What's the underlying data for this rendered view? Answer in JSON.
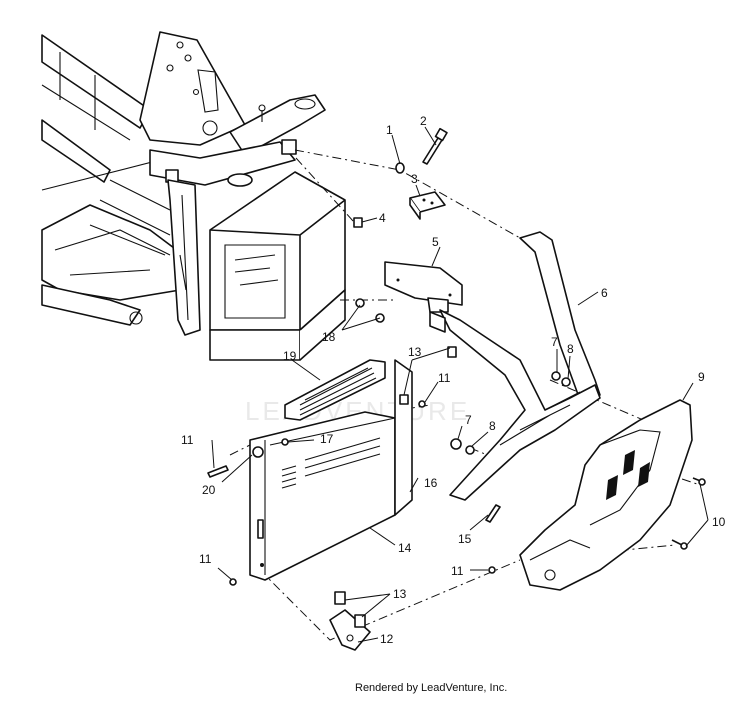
{
  "watermark": "LEADVENTURE",
  "credit": "Rendered by LeadVenture, Inc.",
  "callouts": [
    {
      "id": "c1",
      "label": "1"
    },
    {
      "id": "c2",
      "label": "2"
    },
    {
      "id": "c3",
      "label": "3"
    },
    {
      "id": "c4",
      "label": "4"
    },
    {
      "id": "c5",
      "label": "5"
    },
    {
      "id": "c6",
      "label": "6"
    },
    {
      "id": "c7a",
      "label": "7"
    },
    {
      "id": "c8a",
      "label": "8"
    },
    {
      "id": "c9",
      "label": "9"
    },
    {
      "id": "c13a",
      "label": "13"
    },
    {
      "id": "c18",
      "label": "18"
    },
    {
      "id": "c19",
      "label": "19"
    },
    {
      "id": "c11a",
      "label": "11"
    },
    {
      "id": "c7b",
      "label": "7"
    },
    {
      "id": "c8b",
      "label": "8"
    },
    {
      "id": "c11b",
      "label": "11"
    },
    {
      "id": "c17",
      "label": "17"
    },
    {
      "id": "c20",
      "label": "20"
    },
    {
      "id": "c16",
      "label": "16"
    },
    {
      "id": "c10",
      "label": "10"
    },
    {
      "id": "c15",
      "label": "15"
    },
    {
      "id": "c14",
      "label": "14"
    },
    {
      "id": "c11c",
      "label": "11"
    },
    {
      "id": "c11d",
      "label": "11"
    },
    {
      "id": "c13b",
      "label": "13"
    },
    {
      "id": "c12",
      "label": "12"
    }
  ]
}
